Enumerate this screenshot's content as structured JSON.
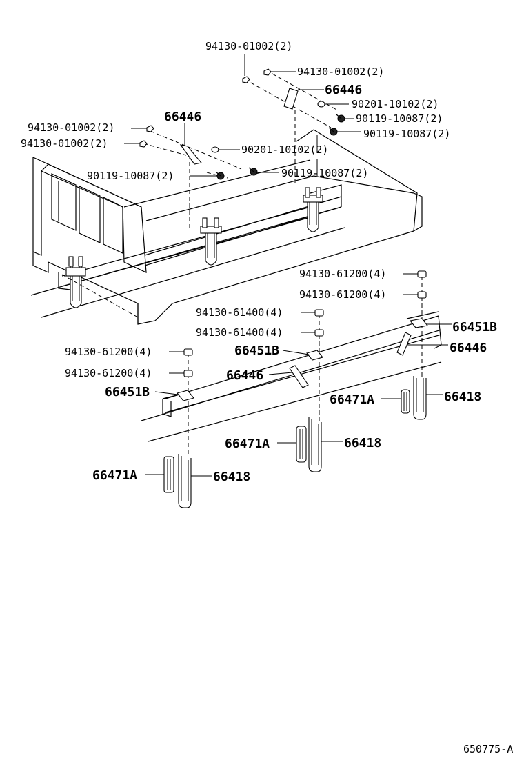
{
  "diagram": {
    "reference_code": "650775-A",
    "labels": {
      "top_nut_a": "94130-01002(2)",
      "top_nut_b": "94130-01002(2)",
      "top_plate": "66446",
      "top_washer": "90201-10102(2)",
      "top_bolt_a": "90119-10087(2)",
      "top_bolt_b": "90119-10087(2)",
      "left_nut_a": "94130-01002(2)",
      "left_nut_b": "94130-01002(2)",
      "left_plate": "66446",
      "mid_washer": "90201-10102(2)",
      "left_bolt": "90119-10087(2)",
      "mid_bolt": "90119-10087(2)",
      "r_nut_a": "94130-61200(4)",
      "r_nut_b": "94130-61200(4)",
      "c_nut_a": "94130-61400(4)",
      "c_nut_b": "94130-61400(4)",
      "l_nut_a": "94130-61200(4)",
      "l_nut_b": "94130-61200(4)",
      "r_bracket": "66451B",
      "c_bracket": "66451B",
      "l_bracket": "66451B",
      "r_plate": "66446",
      "c_plate": "66446",
      "r_spacer": "66471A",
      "r_ubolt": "66418",
      "c_spacer": "66471A",
      "c_ubolt": "66418",
      "l_spacer": "66471A",
      "l_ubolt": "66418"
    }
  }
}
